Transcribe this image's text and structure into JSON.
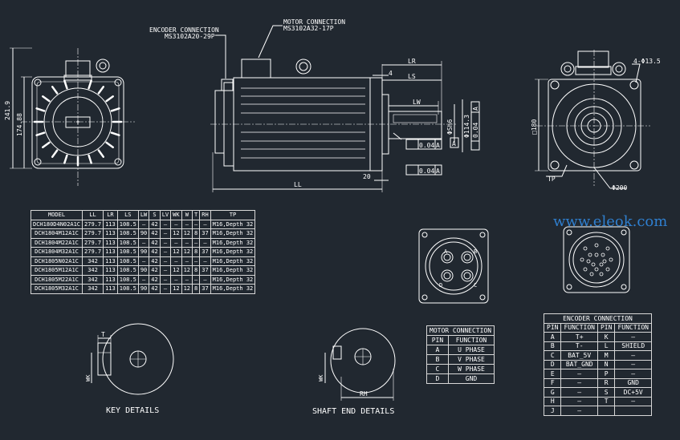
{
  "watermark": "www.eleok.com",
  "callouts": {
    "encoder_connection": "ENCODER CONNECTION",
    "encoder_connector": "MS3102A20-29P",
    "motor_connection": "MOTOR CONNECTION",
    "motor_connector": "MS3102A32-17P"
  },
  "dims": {
    "d_241": "241.9",
    "d_174": "174.88",
    "lr": "LR",
    "ls": "LS",
    "lw": "LW",
    "ll": "LL",
    "four": "4",
    "twenty": "20",
    "tol_04a": "0.04",
    "datum_a": "A",
    "s_h6": "ΦSh6",
    "phi_114": "Φ114.3",
    "d_180": "□180",
    "holes": "4-Φ13.5",
    "tp": "TP",
    "phi_200": "Φ200"
  },
  "spec_table": {
    "headers": [
      "MODEL",
      "LL",
      "LR",
      "LS",
      "LW",
      "S",
      "LV",
      "WK",
      "W",
      "T",
      "RH",
      "TP"
    ],
    "rows": [
      [
        "DCH180D4N02A1C",
        "279.7",
        "113",
        "108.5",
        "—",
        "42",
        "—",
        "—",
        "—",
        "—",
        "—",
        "M16,Depth 32"
      ],
      [
        "DCH1804M12A1C",
        "279.7",
        "113",
        "108.5",
        "90",
        "42",
        "—",
        "12",
        "12",
        "8",
        "37",
        "M16,Depth 32"
      ],
      [
        "DCH1804M22A1C",
        "279.7",
        "113",
        "108.5",
        "—",
        "42",
        "—",
        "—",
        "—",
        "—",
        "—",
        "M16,Depth 32"
      ],
      [
        "DCH1804M32A1C",
        "279.7",
        "113",
        "108.5",
        "90",
        "42",
        "—",
        "12",
        "12",
        "8",
        "37",
        "M16,Depth 32"
      ],
      [
        "DCH1805N02A1C",
        "342",
        "113",
        "108.5",
        "—",
        "42",
        "—",
        "—",
        "—",
        "—",
        "—",
        "M16,Depth 32"
      ],
      [
        "DCH1805M12A1C",
        "342",
        "113",
        "108.5",
        "90",
        "42",
        "—",
        "12",
        "12",
        "8",
        "37",
        "M16,Depth 32"
      ],
      [
        "DCH1805M22A1C",
        "342",
        "113",
        "108.5",
        "—",
        "42",
        "—",
        "—",
        "—",
        "—",
        "—",
        "M16,Depth 32"
      ],
      [
        "DCH1805M32A1C",
        "342",
        "113",
        "108.5",
        "90",
        "42",
        "—",
        "12",
        "12",
        "8",
        "37",
        "M16,Depth 32"
      ]
    ]
  },
  "motor_connection_table": {
    "title": "MOTOR CONNECTION",
    "headers": [
      "PIN",
      "FUNCTION"
    ],
    "rows": [
      [
        "A",
        "U PHASE"
      ],
      [
        "B",
        "V PHASE"
      ],
      [
        "C",
        "W PHASE"
      ],
      [
        "D",
        "GND"
      ]
    ]
  },
  "encoder_connection_table": {
    "title": "ENCODER CONNECTION",
    "headers": [
      "PIN",
      "FUNCTION",
      "PIN",
      "FUNCTION"
    ],
    "rows": [
      [
        "A",
        "T+",
        "K",
        "—"
      ],
      [
        "B",
        "T-",
        "L",
        "SHIELD"
      ],
      [
        "C",
        "BAT_5V",
        "M",
        "—"
      ],
      [
        "D",
        "BAT_GND",
        "N",
        "—"
      ],
      [
        "E",
        "—",
        "P",
        "—"
      ],
      [
        "F",
        "—",
        "R",
        "GND"
      ],
      [
        "G",
        "—",
        "S",
        "DC+5V"
      ],
      [
        "H",
        "—",
        "T",
        "—"
      ],
      [
        "J",
        "—",
        "",
        ""
      ]
    ]
  },
  "motor_connector_pins": [
    "A",
    "B",
    "C",
    "D"
  ],
  "key_details": {
    "title": "KEY DETAILS",
    "t": "T",
    "wk": "WK"
  },
  "shaft_end_details": {
    "title": "SHAFT END DETAILS",
    "rh": "RH",
    "wk": "WK"
  }
}
